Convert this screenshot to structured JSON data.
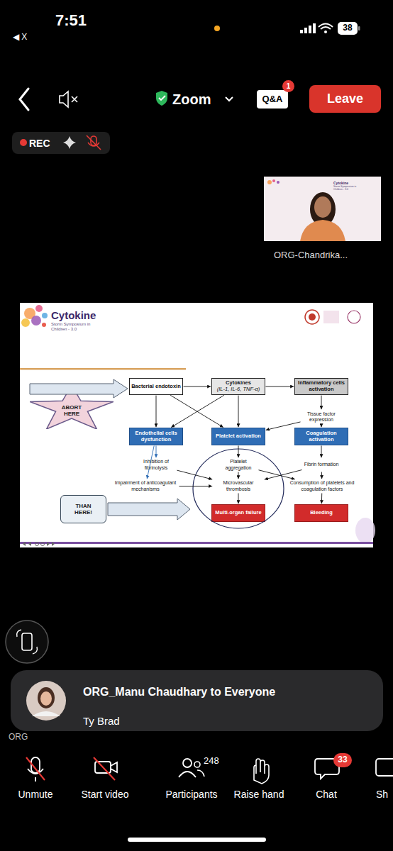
{
  "diagram": {
    "nodes": [
      {
        "text": [
          "38"
        ]
      },
      {
        "text": [
          "Q&A"
        ]
      },
      {
        "text": [
          "1"
        ]
      },
      {
        "text": [
          "Leave"
        ]
      },
      {
        "text": [
          "REC"
        ]
      },
      {
        "text": [
          "Cytokine",
          "Storm Symposium in Children - 3.0"
        ]
      },
      {
        "text": [
          "ABORT HERE"
        ],
        "in": 5
      },
      {
        "text": [
          "Bacterial endotoxin"
        ],
        "in": 5
      },
      {
        "text": [
          "Cytokines",
          "(IL-1, IL-6, TNF-α)"
        ],
        "in": 5
      },
      {
        "text": [
          "Inflammatory cells activation"
        ],
        "in": 5
      },
      {
        "text": [
          "Tissue factor expression"
        ],
        "in": 5
      },
      {
        "text": [
          "Endothelial cells dysfunction"
        ],
        "in": 5
      },
      {
        "text": [
          "Platelet activation"
        ],
        "in": 5
      },
      {
        "text": [
          "Coagulation activation"
        ],
        "in": 5
      },
      {
        "text": [
          "Inhibition of fibrinolysis"
        ],
        "in": 5
      },
      {
        "text": [
          "Platelet aggregation"
        ],
        "in": 5
      },
      {
        "text": [
          "Fibrin formation"
        ],
        "in": 5
      },
      {
        "text": [
          "Impairment of anticoagulant mechanisms"
        ],
        "in": 5
      },
      {
        "text": [
          "Microvascular thrombosis"
        ],
        "in": 5
      },
      {
        "text": [
          "Consumption of platelets and coagulation factors"
        ],
        "in": 5
      },
      {
        "text": [
          "THAN HERE!"
        ],
        "in": 5
      },
      {
        "text": [
          "Multi-organ failure"
        ],
        "in": 5
      },
      {
        "text": [
          "Bleeding"
        ],
        "in": 5
      },
      {
        "text": [
          "ORG_Manu Chaudhary to Everyone",
          "Ty Brad"
        ]
      },
      {
        "text": [
          "33"
        ]
      }
    ],
    "edges": [
      {
        "from": 7,
        "to": 8,
        "arrow": "to"
      },
      {
        "from": 8,
        "to": 9,
        "arrow": "to"
      },
      {
        "from": 7,
        "to": 11,
        "arrow": "to"
      },
      {
        "from": 7,
        "to": 12,
        "arrow": "to"
      },
      {
        "from": 8,
        "to": 11,
        "arrow": "to"
      },
      {
        "from": 8,
        "to": 12,
        "arrow": "to"
      },
      {
        "from": 9,
        "to": 10,
        "arrow": "to"
      },
      {
        "from": 10,
        "to": 12,
        "arrow": "to"
      },
      {
        "from": 10,
        "to": 13,
        "arrow": "to"
      },
      {
        "from": 11,
        "to": 14,
        "arrow": "to"
      },
      {
        "from": 11,
        "to": 17,
        "arrow": "to"
      },
      {
        "from": 12,
        "to": 15,
        "arrow": "to"
      },
      {
        "from": 13,
        "to": 16,
        "arrow": "to"
      },
      {
        "from": 14,
        "to": 18,
        "arrow": "to"
      },
      {
        "from": 17,
        "to": 18,
        "arrow": "to"
      },
      {
        "from": 15,
        "to": 18,
        "arrow": "to"
      },
      {
        "from": 15,
        "to": 19,
        "arrow": "to"
      },
      {
        "from": 16,
        "to": 18,
        "arrow": "to"
      },
      {
        "from": 16,
        "to": 19,
        "arrow": "to"
      },
      {
        "from": 18,
        "to": 21,
        "arrow": "to"
      },
      {
        "from": 19,
        "to": 22,
        "arrow": "to"
      }
    ],
    "labels": [
      "◀ X",
      "7:51",
      "Zoom",
      "ORG-Chandrika...",
      "Cytokine",
      "Storm Symposium in Children - 3.0",
      "ORG",
      "Unmute",
      "Start video",
      "248",
      "Participants",
      "Raise hand",
      "Chat",
      "Sh"
    ]
  }
}
